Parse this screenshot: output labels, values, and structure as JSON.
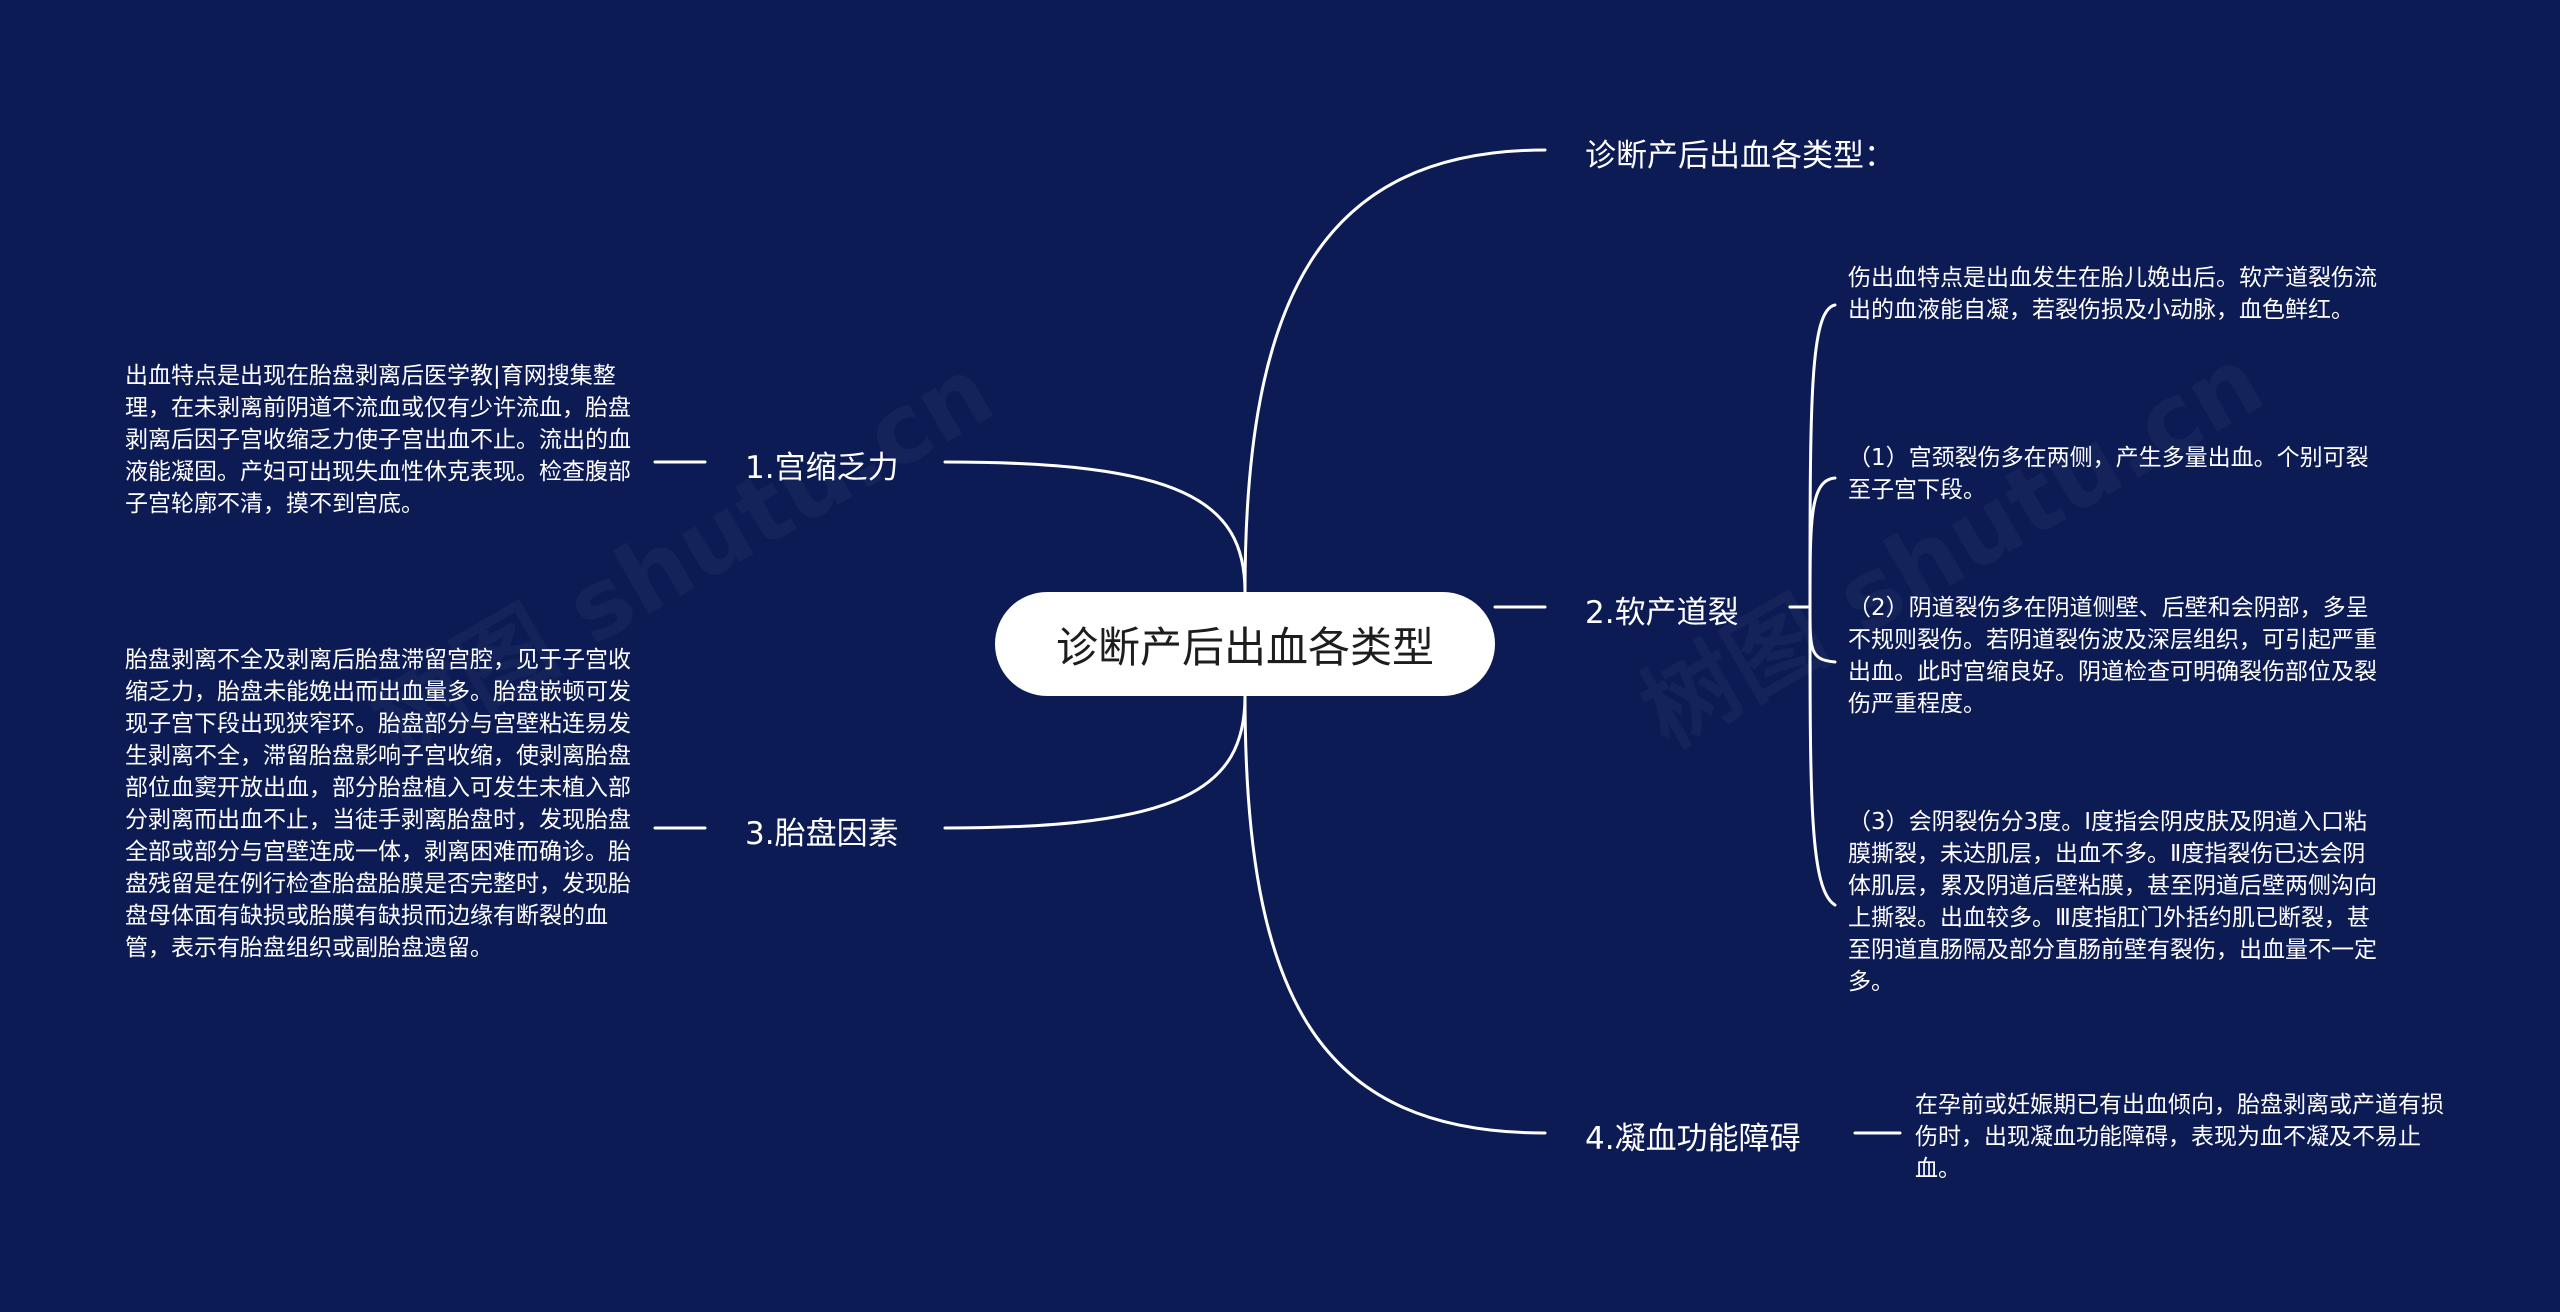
{
  "root": "诊断产后出血各类型",
  "branches": {
    "b0": "诊断产后出血各类型：",
    "b1": "1.宫缩乏力",
    "b2": "2.软产道裂",
    "b3": "3.胎盘因素",
    "b4": "4.凝血功能障碍"
  },
  "leaves": {
    "l1": "出血特点是出现在胎盘剥离后医学教|育网搜集整理，在未剥离前阴道不流血或仅有少许流血，胎盘剥离后因子宫收缩乏力使子宫出血不止。流出的血液能凝固。产妇可出现失血性休克表现。检查腹部子宫轮廓不清，摸不到宫底。",
    "l2a": "伤出血特点是出血发生在胎儿娩出后。软产道裂伤流出的血液能自凝，若裂伤损及小动脉，血色鲜红。",
    "l2b": "（1）宫颈裂伤多在两侧，产生多量出血。个别可裂至子宫下段。",
    "l2c": "（2）阴道裂伤多在阴道侧壁、后壁和会阴部，多呈不规则裂伤。若阴道裂伤波及深层组织，可引起严重出血。此时宫缩良好。阴道检查可明确裂伤部位及裂伤严重程度。",
    "l2d": "（3）会阴裂伤分3度。Ⅰ度指会阴皮肤及阴道入口粘膜撕裂，未达肌层，出血不多。Ⅱ度指裂伤已达会阴体肌层，累及阴道后壁粘膜，甚至阴道后壁两侧沟向上撕裂。出血较多。Ⅲ度指肛门外括约肌已断裂，甚至阴道直肠隔及部分直肠前壁有裂伤，出血量不一定多。",
    "l3": "胎盘剥离不全及剥离后胎盘滞留宫腔，见于子宫收缩乏力，胎盘未能娩出而出血量多。胎盘嵌顿可发现子宫下段出现狭窄环。胎盘部分与宫壁粘连易发生剥离不全，滞留胎盘影响子宫收缩，使剥离胎盘部位血窦开放出血，部分胎盘植入可发生未植入部分剥离而出血不止，当徒手剥离胎盘时，发现胎盘全部或部分与宫壁连成一体，剥离困难而确诊。胎盘残留是在例行检查胎盘胎膜是否完整时，发现胎盘母体面有缺损或胎膜有缺损而边缘有断裂的血管，表示有胎盘组织或副胎盘遗留。",
    "l4": "在孕前或妊娠期已有出血倾向，胎盘剥离或产道有损伤时，出现凝血功能障碍，表现为血不凝及不易止血。"
  },
  "watermark": "树图 shutu.cn",
  "colors": {
    "background": "#0d1b55",
    "line": "#ffffff",
    "root_fill": "#ffffff",
    "root_text": "#1d1d1d"
  }
}
